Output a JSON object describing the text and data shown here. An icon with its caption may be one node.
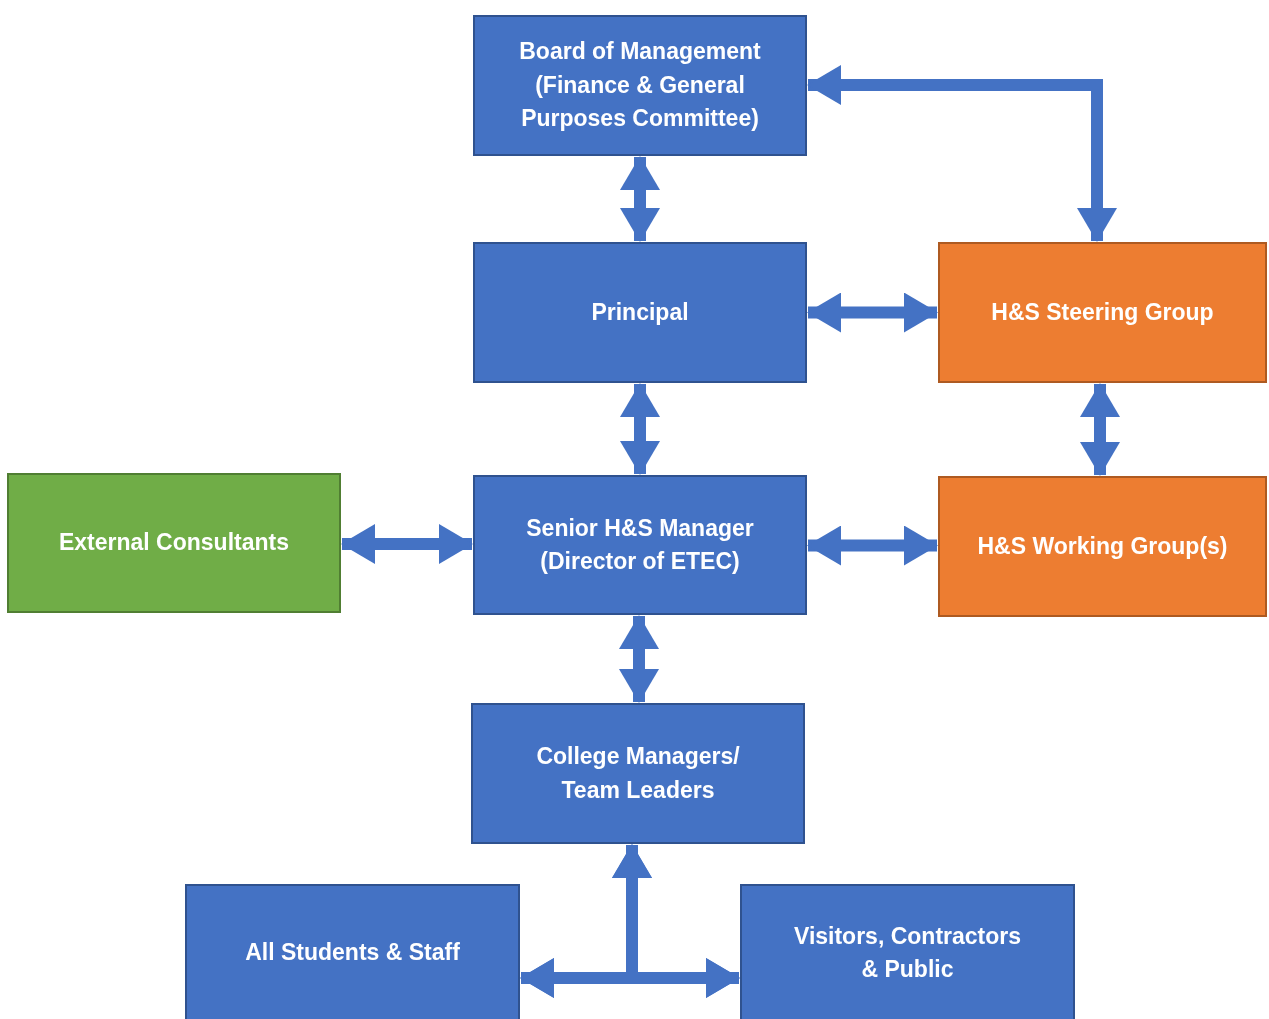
{
  "diagram": {
    "nodes": [
      {
        "text": [
          "Board of Management (Finance & General Purposes Committee)"
        ]
      },
      {
        "text": [
          "Principal"
        ]
      },
      {
        "text": [
          "H&S Steering Group"
        ]
      },
      {
        "text": [
          "External Consultants"
        ]
      },
      {
        "text": [
          "Senior H&S Manager (Director of ETEC)"
        ]
      },
      {
        "text": [
          "H&S Working Group(s)"
        ]
      },
      {
        "text": [
          "College Managers/ Team Leaders"
        ]
      },
      {
        "text": [
          "All Students & Staff"
        ]
      },
      {
        "text": [
          "Visitors, Contractors & Public"
        ]
      }
    ],
    "edges": [
      {
        "from": 0,
        "to": 1,
        "arrow": "both"
      },
      {
        "from": 1,
        "to": 2,
        "arrow": "both"
      },
      {
        "from": 2,
        "to": 0,
        "arrow": "both"
      },
      {
        "from": 1,
        "to": 4,
        "arrow": "both"
      },
      {
        "from": 2,
        "to": 5,
        "arrow": "both"
      },
      {
        "from": 3,
        "to": 4,
        "arrow": "both"
      },
      {
        "from": 4,
        "to": 5,
        "arrow": "both"
      },
      {
        "from": 4,
        "to": 6,
        "arrow": "both"
      },
      {
        "from": 7,
        "to": 6,
        "arrow": "both"
      },
      {
        "from": 8,
        "to": 6,
        "arrow": "both"
      },
      {
        "from": 7,
        "to": 8,
        "arrow": "both"
      }
    ]
  }
}
